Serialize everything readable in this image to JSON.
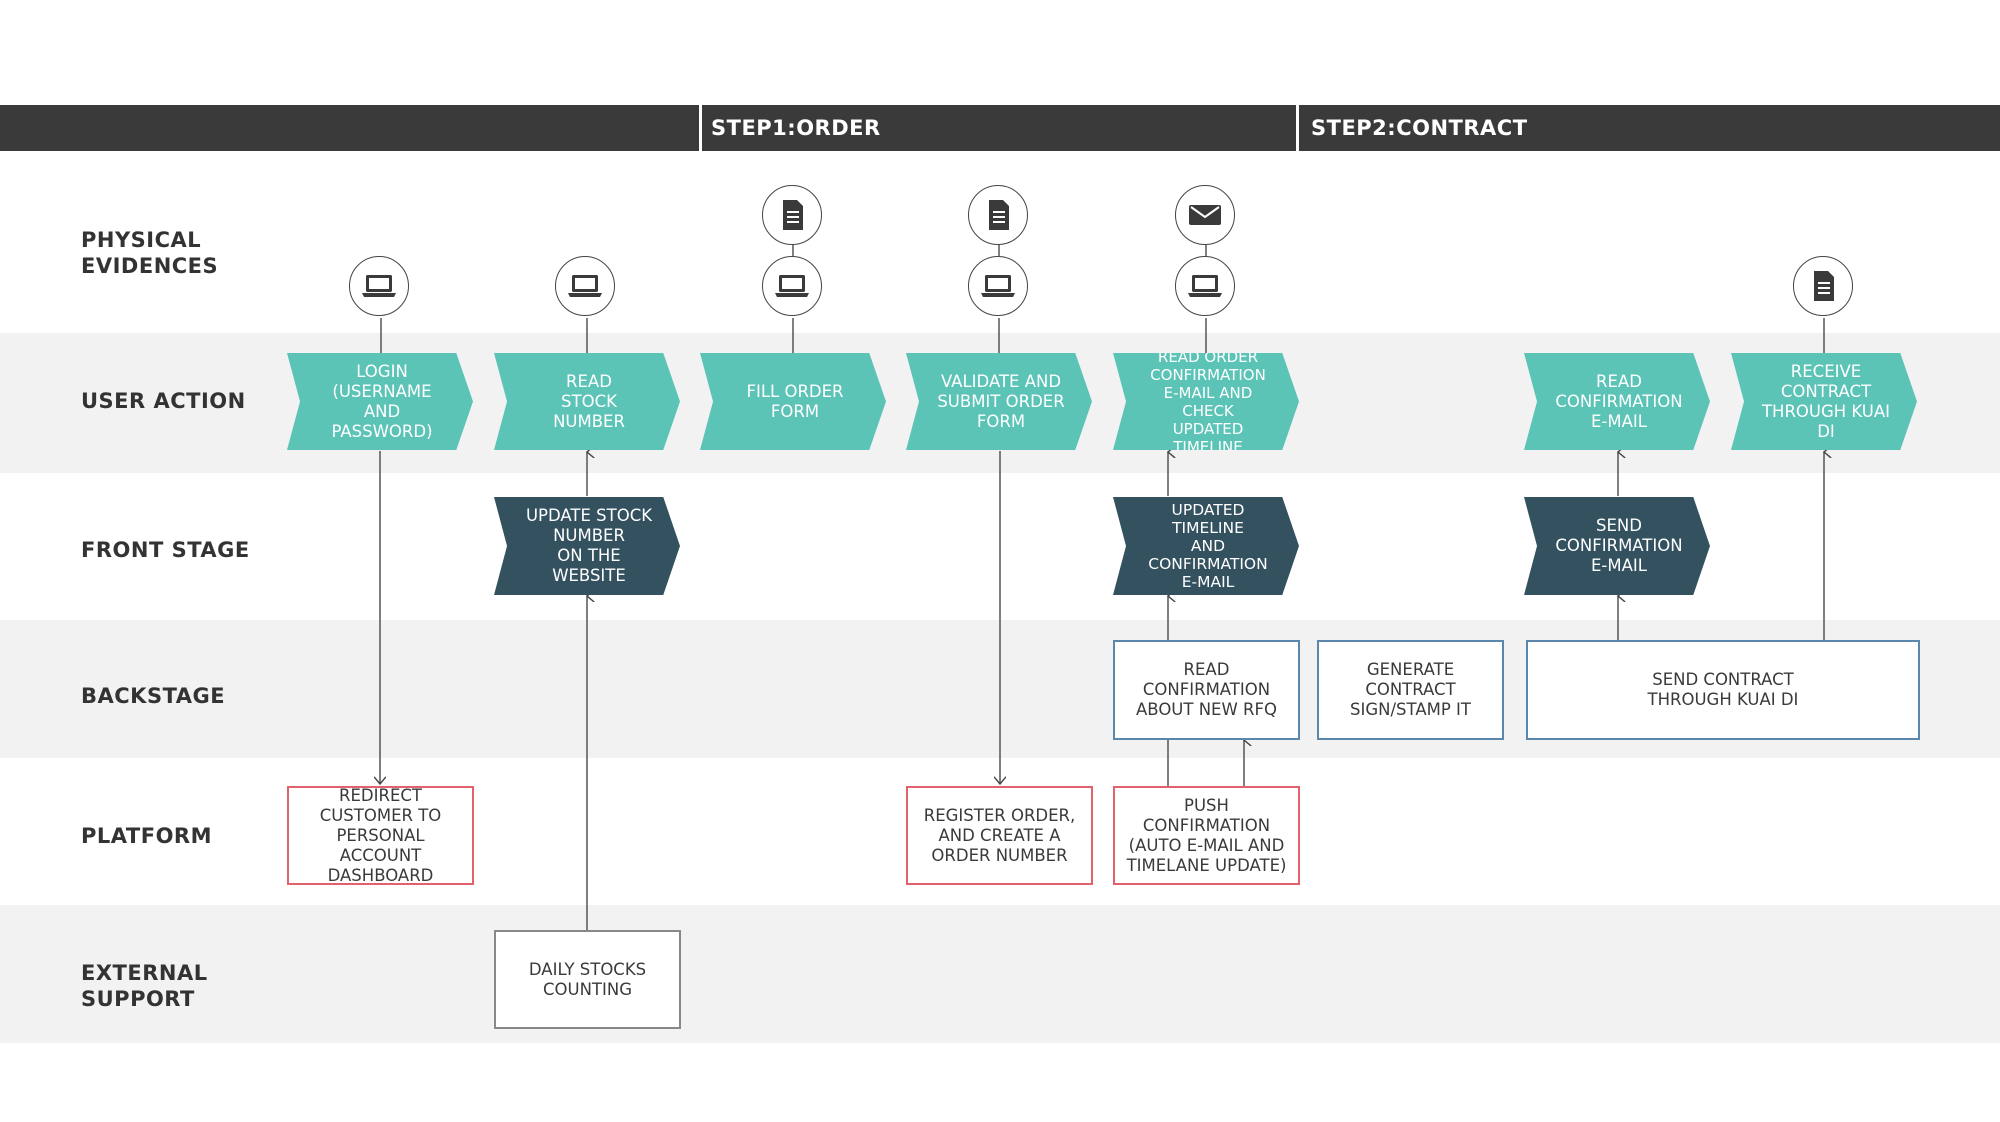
{
  "header": {
    "step1": "STEP1:ORDER",
    "step2": "STEP2:CONTRACT",
    "bar_color": "#3a3a3a"
  },
  "lanes": {
    "physical_l1": "PHYSICAL",
    "physical_l2": "EVIDENCES",
    "user_action": "USER ACTION",
    "front_stage": "FRONT STAGE",
    "backstage": "BACKSTAGE",
    "platform": "PLATFORM",
    "external_l1": "EXTERNAL",
    "external_l2": "SUPPORT"
  },
  "user_actions": {
    "login": "LOGIN\n(USERNAME AND\nPASSWORD)",
    "read_stock": "READ\nSTOCK NUMBER",
    "fill_order": "FILL ORDER FORM",
    "validate": "VALIDATE AND\nSUBMIT ORDER\nFORM",
    "read_order_conf": "READ ORDER\nCONFIRMATION\nE-MAIL AND CHECK\nUPDATED TIMELINE",
    "read_conf_email": "READ\nCONFIRMATION\nE-MAIL",
    "receive_contract": "RECEIVE CONTRACT\nTHROUGH KUAI DI"
  },
  "front_stage": {
    "update_stock": "UPDATE STOCK\nNUMBER\nON THE WEBSITE",
    "updated_timeline": "UPDATED TIMELINE\nAND CONFIRMATION\nE-MAIL",
    "send_conf": "SEND\nCONFIRMATION\nE-MAIL"
  },
  "backstage": {
    "read_conf_rfq": "READ CONFIRMATION\nABOUT NEW RFQ",
    "generate_contract": "GENERATE CONTRACT\nSIGN/STAMP IT",
    "send_contract": "SEND CONTRACT\nTHROUGH KUAI DI"
  },
  "platform": {
    "redirect": "REDIRECT\nCUSTOMER TO\nPERSONAL ACCOUNT\nDASHBOARD",
    "register": "REGISTER ORDER,\nAND CREATE A\nORDER NUMBER",
    "push_conf": "PUSH CONFIRMATION\n(AUTO E-MAIL AND\nTIMELANE UPDATE)"
  },
  "external": {
    "daily_stocks": "DAILY STOCKS\nCOUNTING"
  },
  "icons": {
    "laptop": "laptop-icon",
    "document": "document-icon",
    "email": "email-icon"
  },
  "colors": {
    "teal": "#5bc4b7",
    "navy": "#33515f",
    "backstage_border": "#5b87ad",
    "platform_border": "#e2616a",
    "external_border": "#888888"
  }
}
